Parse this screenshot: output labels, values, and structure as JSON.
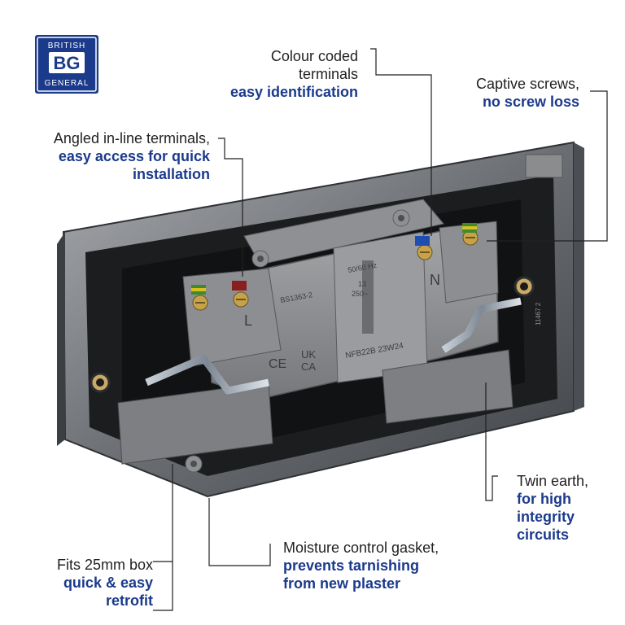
{
  "logo": {
    "top": "BRITISH",
    "mark": "BG",
    "bottom": "GENERAL",
    "color": "#1b3a8c"
  },
  "callouts": {
    "colour_coded": {
      "line1": "Colour coded",
      "line2": "terminals",
      "line3": "easy identification"
    },
    "captive": {
      "line1": "Captive screws,",
      "line2": "no screw loss"
    },
    "angled": {
      "line1": "Angled in-line terminals,",
      "line2": "easy access for quick",
      "line3": "installation"
    },
    "twin_earth": {
      "line1": "Twin earth,",
      "line2": "for high",
      "line3": "integrity",
      "line4": "circuits"
    },
    "moisture": {
      "line1": "Moisture control gasket,",
      "line2": "prevents tarnishing",
      "line3": "from new plaster"
    },
    "box": {
      "line1": "Fits 25mm box",
      "line2": "quick & easy",
      "line3": "retrofit"
    }
  },
  "product_labels": {
    "standard": "BS1363-2",
    "freq": "50/60 Hz",
    "amps": "13",
    "volts": "250~",
    "model": "NFB22B 23W24",
    "live": "L",
    "neutral": "N",
    "ce": "CE",
    "ukca1": "UK",
    "ukca2": "CA",
    "side_code": "11467 2"
  },
  "colors": {
    "accent": "#1b3a8c",
    "text": "#231f20",
    "plate": "#6f7276",
    "body": "#8a8c8e"
  }
}
